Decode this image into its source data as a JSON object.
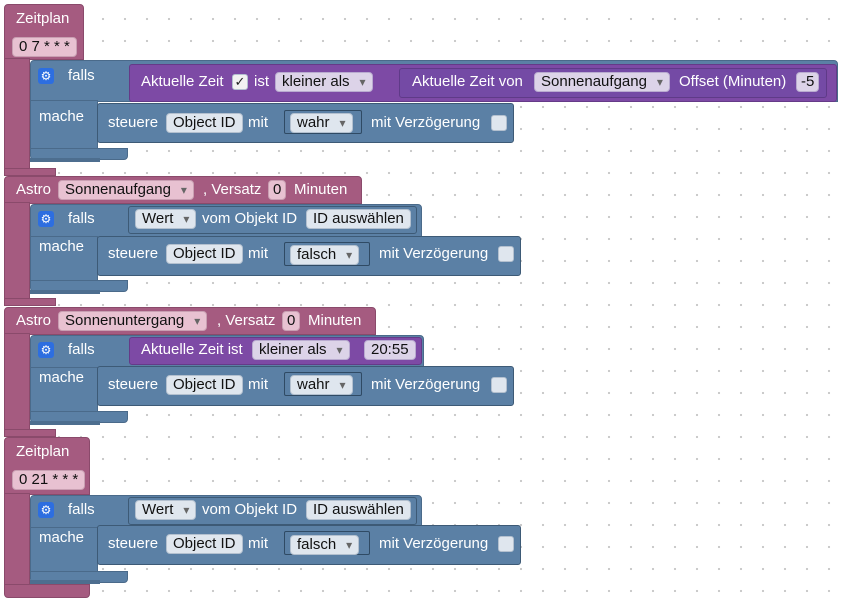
{
  "block1": {
    "title": "Zeitplan",
    "cron": "0 7 * * *",
    "if_label": "falls",
    "do_label": "mache",
    "cond": {
      "left": "Aktuelle Zeit",
      "checkbox": "✓",
      "is": "ist",
      "op": "kleiner als",
      "right_prefix": "Aktuelle Zeit von",
      "right_sel": "Sonnenaufgang",
      "offset_label": "Offset (Minuten)",
      "offset_value": "-5"
    },
    "action": {
      "prefix": "steuere",
      "object": "Object ID",
      "with": "mit",
      "value": "wahr",
      "delay": "mit Verzögerung"
    }
  },
  "block2": {
    "title": "Astro",
    "sel": "Sonnenaufgang",
    "offset_label": ", Versatz",
    "offset_value": "0",
    "unit": "Minuten",
    "if_label": "falls",
    "do_label": "mache",
    "cond": {
      "sel": "Wert",
      "mid": "vom Objekt ID",
      "id": "ID auswählen"
    },
    "action": {
      "prefix": "steuere",
      "object": "Object ID",
      "with": "mit",
      "value": "falsch",
      "delay": "mit Verzögerung"
    }
  },
  "block3": {
    "title": "Astro",
    "sel": "Sonnenuntergang",
    "offset_label": ", Versatz",
    "offset_value": "0",
    "unit": "Minuten",
    "if_label": "falls",
    "do_label": "mache",
    "cond": {
      "left": "Aktuelle Zeit ist",
      "op": "kleiner als",
      "time": "20:55"
    },
    "action": {
      "prefix": "steuere",
      "object": "Object ID",
      "with": "mit",
      "value": "wahr",
      "delay": "mit Verzögerung"
    }
  },
  "block4": {
    "title": "Zeitplan",
    "cron": "0 21 * * *",
    "if_label": "falls",
    "do_label": "mache",
    "cond": {
      "sel": "Wert",
      "mid": "vom Objekt ID",
      "id": "ID auswählen"
    },
    "action": {
      "prefix": "steuere",
      "object": "Object ID",
      "with": "mit",
      "value": "falsch",
      "delay": "mit Verzögerung"
    }
  },
  "icons": {
    "gear": "gear-icon",
    "dropdown": "chevron-down-icon",
    "checkbox": "checkbox-icon"
  },
  "colors": {
    "trigger": "#a55b80",
    "if": "#5b80a5",
    "compare": "#7d4aa5"
  }
}
